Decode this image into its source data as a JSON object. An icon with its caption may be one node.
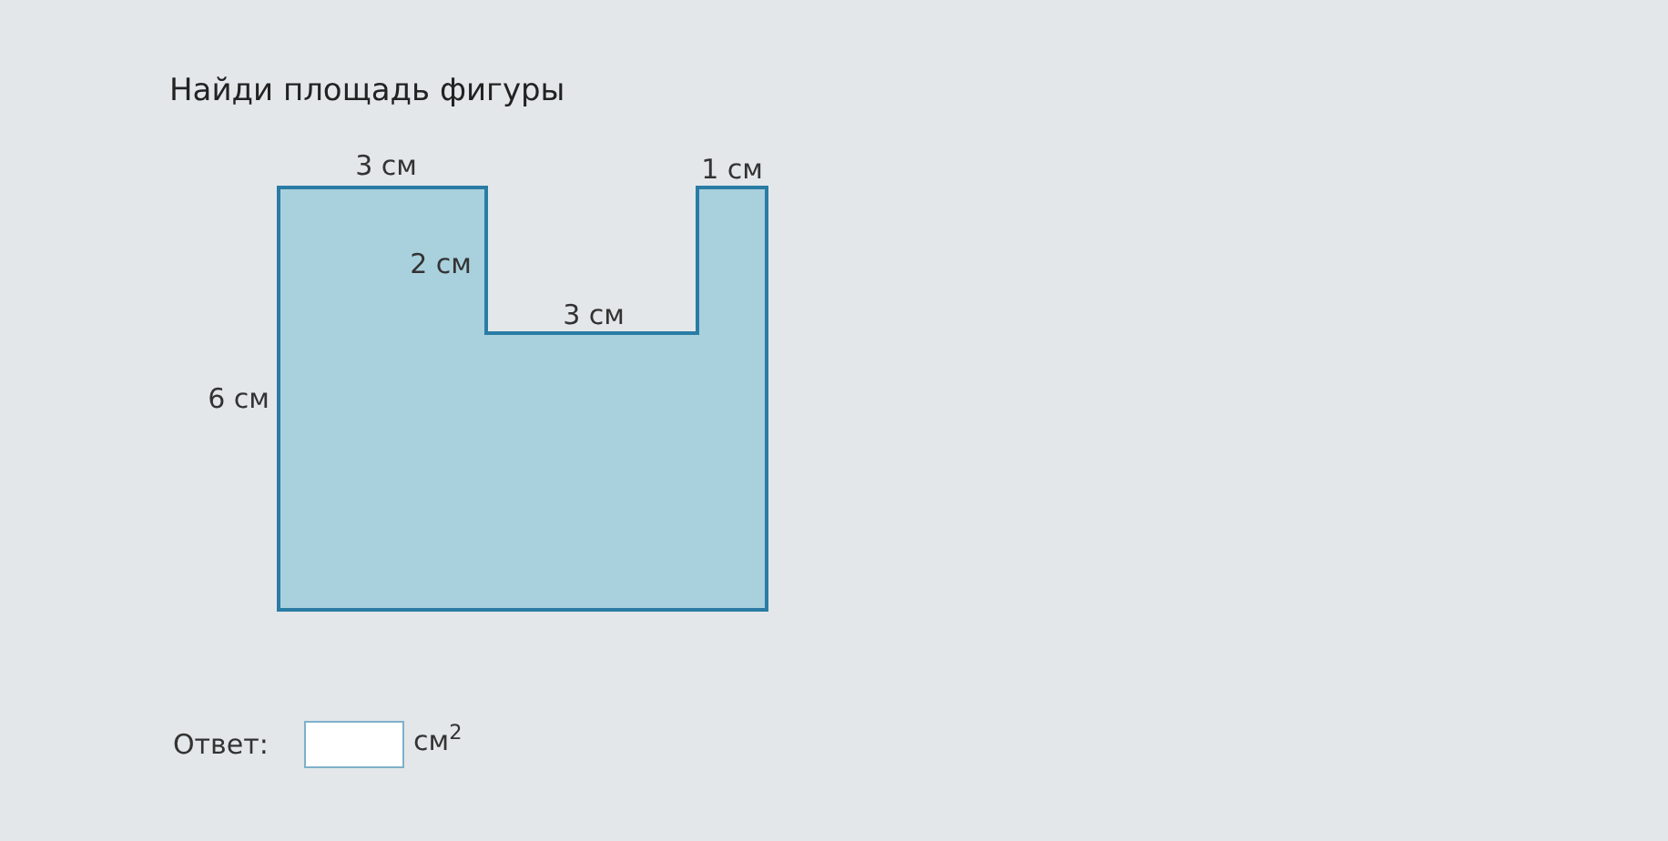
{
  "diagram": {
    "title": "Найди площадь фигуры",
    "labels": [
      "3 см",
      "1 см",
      "2 см",
      "3 см",
      "6 см",
      "Ответ:",
      "см$^{2}$"
    ]
  }
}
